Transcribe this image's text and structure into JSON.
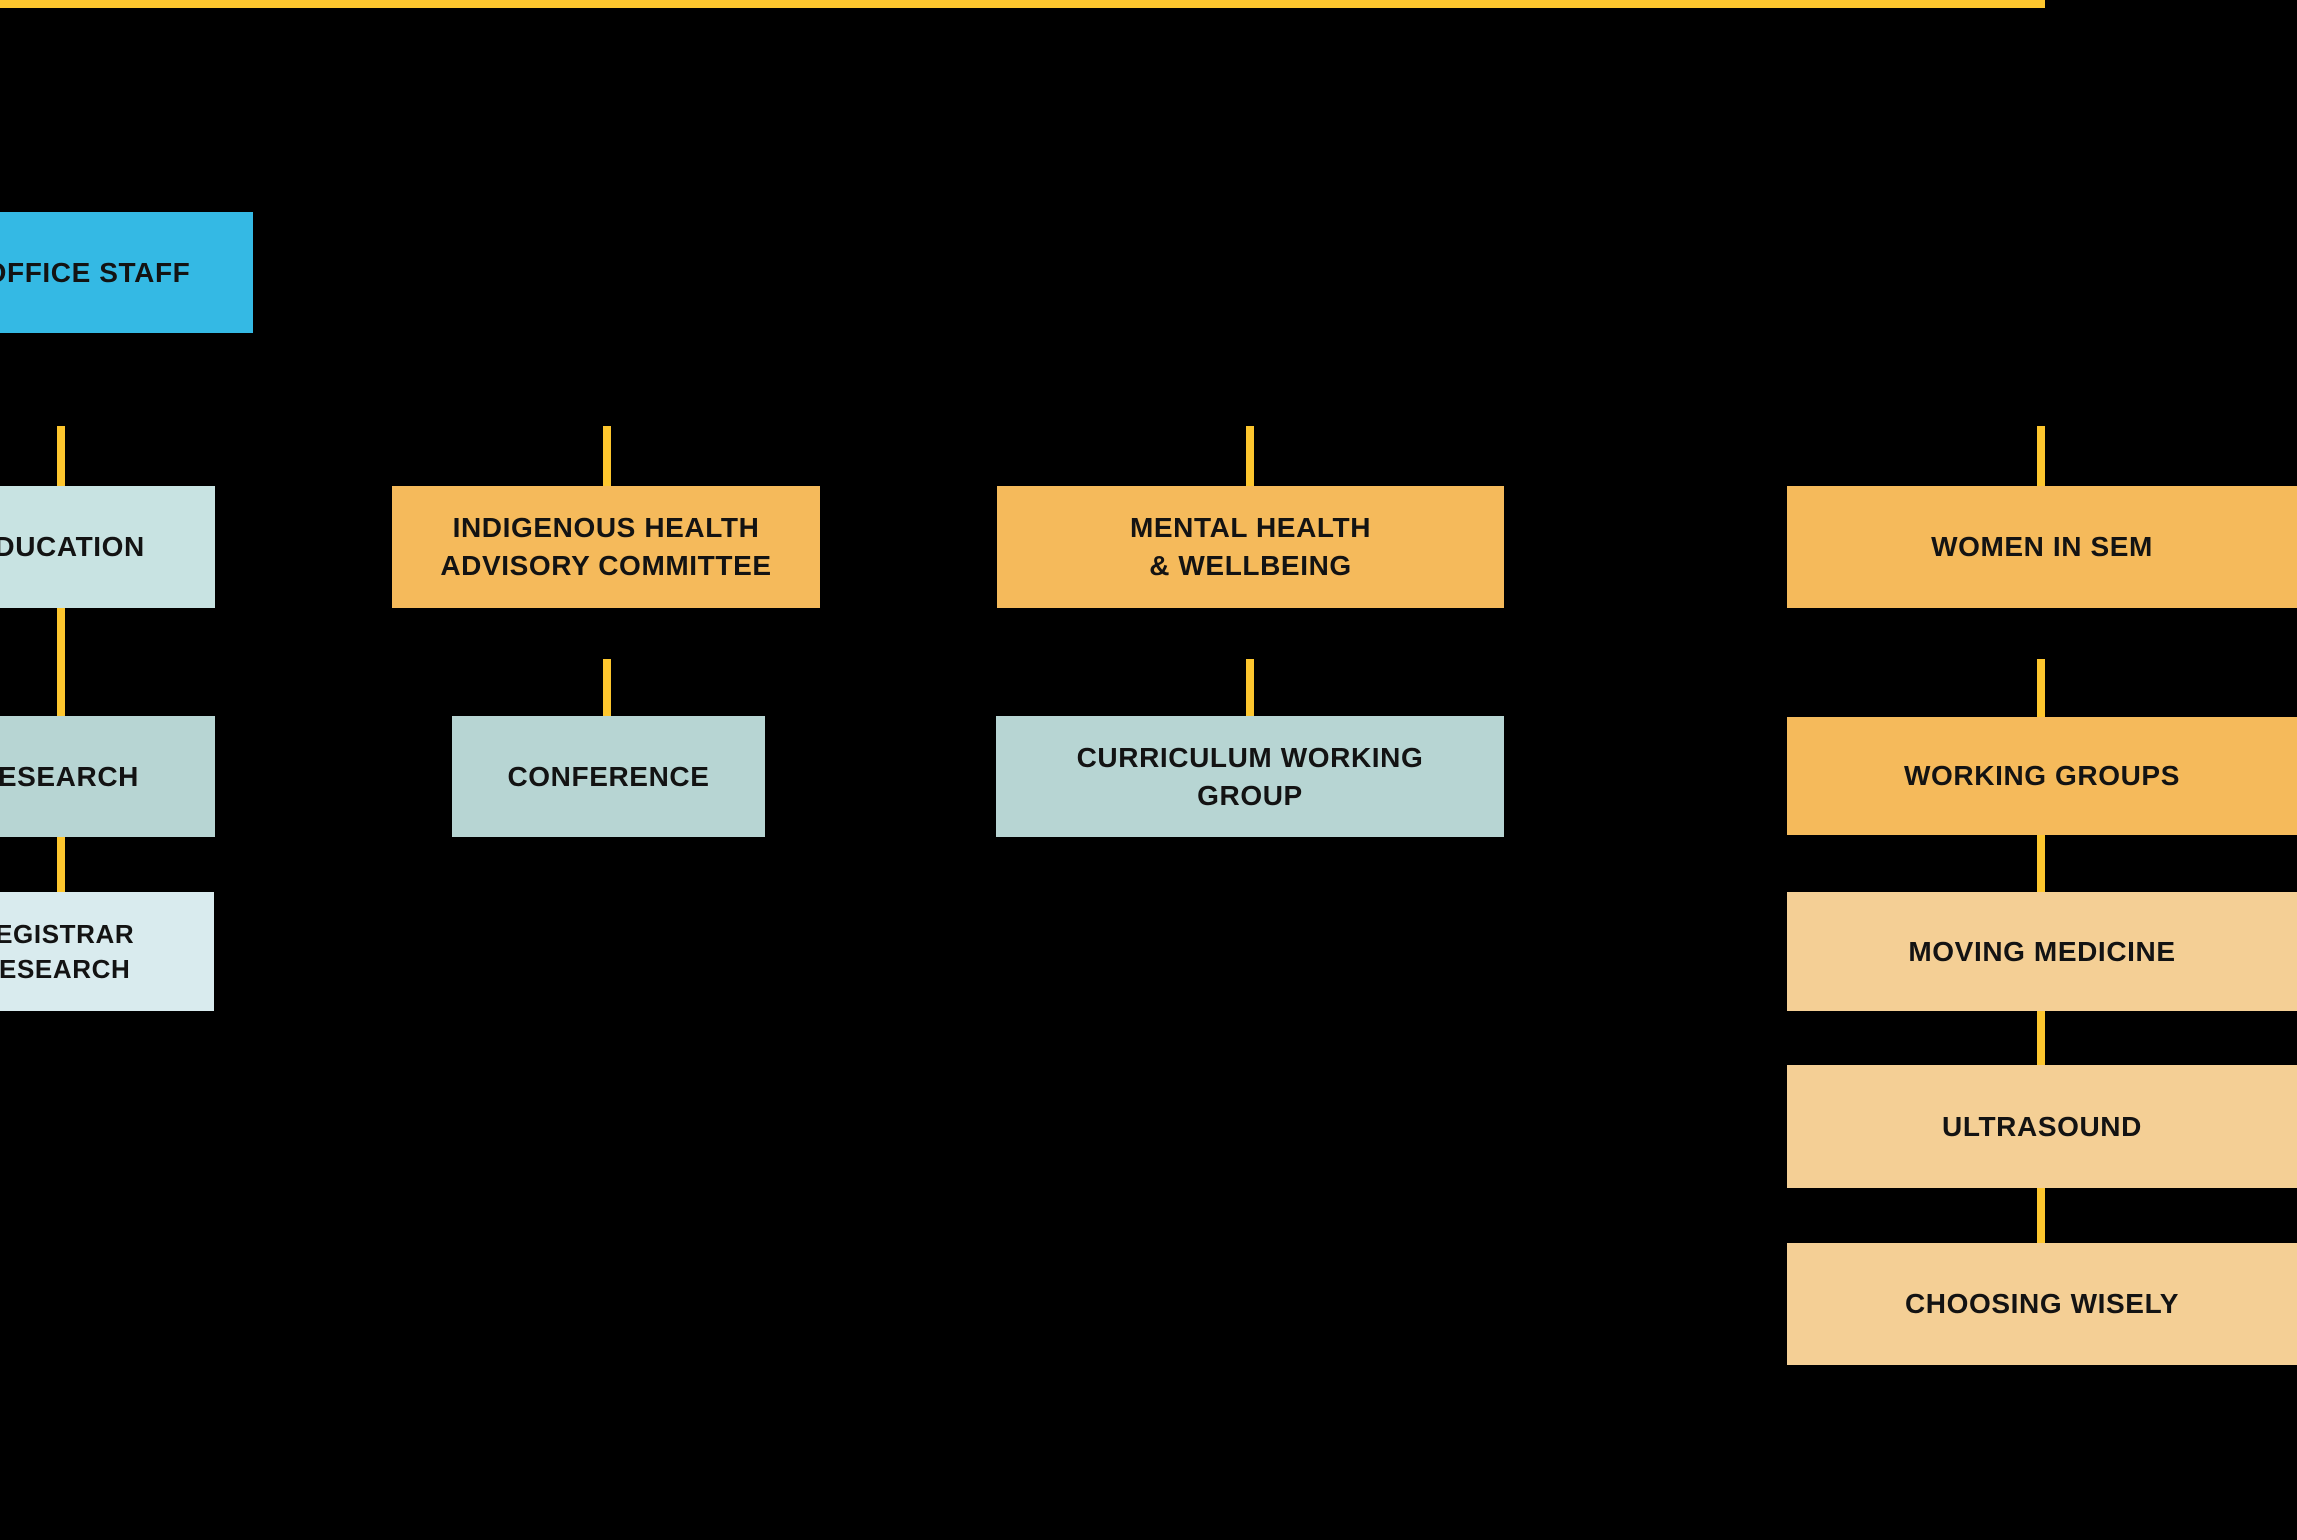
{
  "diagram": {
    "type": "org-chart",
    "background": "#000000",
    "line_color": "#fdc62e",
    "text_color": "#131313",
    "palette": {
      "blue": "#34b9e4",
      "orange": "#f5ba5b",
      "light_orange": "#f4cf95",
      "teal": "#c8e3e2",
      "teal_mid": "#b7d5d3",
      "teal_light": "#d9ebee"
    }
  },
  "nodes": {
    "office_staff": {
      "label": "OFFICE STAFF",
      "color": "#34b9e4"
    },
    "education": {
      "label": "EDUCATION",
      "color": "#c8e3e2"
    },
    "indigenous": {
      "label": "INDIGENOUS HEALTH\nADVISORY COMMITTEE",
      "color": "#f5ba5b"
    },
    "mental": {
      "label": "MENTAL HEALTH\n& WELLBEING",
      "color": "#f5ba5b"
    },
    "women": {
      "label": "WOMEN IN SEM",
      "color": "#f5ba5b"
    },
    "research": {
      "label": "RESEARCH",
      "color": "#b7d5d3"
    },
    "conference": {
      "label": "CONFERENCE",
      "color": "#b7d5d3"
    },
    "curriculum": {
      "label": "CURRICULUM WORKING\nGROUP",
      "color": "#b7d5d3"
    },
    "working_groups": {
      "label": "WORKING GROUPS",
      "color": "#f5ba5b"
    },
    "registrar": {
      "label": "REGISTRAR\nRESEARCH",
      "color": "#d9ebee"
    },
    "moving": {
      "label": "MOVING MEDICINE",
      "color": "#f4cf95"
    },
    "ultrasound": {
      "label": "ULTRASOUND",
      "color": "#f4cf95"
    },
    "choosing": {
      "label": "CHOOSING WISELY",
      "color": "#f4cf95"
    }
  }
}
